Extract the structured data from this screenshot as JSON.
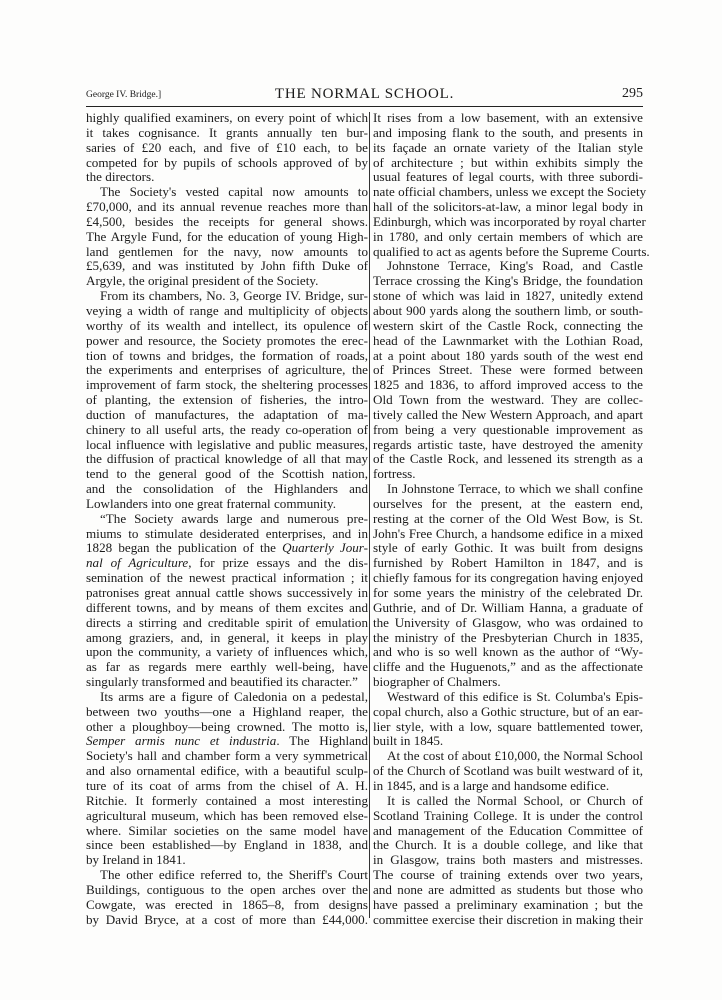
{
  "running_head": {
    "left": "George IV. Bridge.]",
    "title": "THE NORMAL SCHOOL.",
    "page_number": "295"
  },
  "left_column": {
    "lines": [
      {
        "t": "highly qualified examiners, on every point of which",
        "cls": ""
      },
      {
        "t": "it takes cognisance.  It grants annually ten bur-",
        "cls": ""
      },
      {
        "t": "saries of £20 each, and five of £10 each, to be",
        "cls": ""
      },
      {
        "t": "competed for by pupils of schools approved of by",
        "cls": ""
      },
      {
        "t": "the directors.",
        "cls": "last"
      },
      {
        "t": "The Society's vested capital now amounts to",
        "cls": "first"
      },
      {
        "t": "£70,000, and its annual revenue reaches more than",
        "cls": ""
      },
      {
        "t": "£4,500, besides the receipts for general shows.",
        "cls": ""
      },
      {
        "t": "The Argyle Fund, for the education of young High-",
        "cls": ""
      },
      {
        "t": "land gentlemen for the navy, now amounts to",
        "cls": ""
      },
      {
        "t": "£5,639, and was instituted by John fifth Duke of",
        "cls": ""
      },
      {
        "t": "Argyle, the original president of the Society.",
        "cls": "last"
      },
      {
        "t": "From its chambers, No. 3, George IV. Bridge, sur-",
        "cls": "first"
      },
      {
        "t": "veying a width of range and multiplicity of objects",
        "cls": ""
      },
      {
        "t": "worthy of its wealth and intellect, its opulence of",
        "cls": ""
      },
      {
        "t": "power and resource, the Society promotes the erec-",
        "cls": ""
      },
      {
        "t": "tion of towns and bridges, the formation of roads,",
        "cls": ""
      },
      {
        "t": "the experiments and enterprises of agriculture, the",
        "cls": ""
      },
      {
        "t": "improvement of farm stock, the sheltering processes",
        "cls": ""
      },
      {
        "t": "of planting, the extension of fisheries, the intro-",
        "cls": ""
      },
      {
        "t": "duction of manufactures, the adaptation of ma-",
        "cls": ""
      },
      {
        "t": "chinery to all useful arts, the ready co-operation of",
        "cls": ""
      },
      {
        "t": "local influence with legislative and public measures,",
        "cls": ""
      },
      {
        "t": "the diffusion of practical knowledge of all that may",
        "cls": ""
      },
      {
        "t": "tend to the general good of the Scottish nation,",
        "cls": ""
      },
      {
        "t": "and the consolidation of the Highlanders and",
        "cls": ""
      },
      {
        "t": "Lowlanders into one great fraternal community.",
        "cls": "last"
      },
      {
        "t": "“The Society awards large and numerous pre-",
        "cls": "first"
      },
      {
        "t": "miums to stimulate desiderated enterprises, and in",
        "cls": ""
      },
      {
        "t": "1828 began the publication of the Quarterly Jour-",
        "cls": "",
        "italic_from": "Quarterly Jour-"
      },
      {
        "t": "nal of Agriculture, for prize essays and the dis-",
        "cls": "",
        "italic_prefix": "nal of Agriculture"
      },
      {
        "t": "semination of the newest practical information ; it",
        "cls": ""
      },
      {
        "t": "patronises great annual cattle shows successively in",
        "cls": ""
      },
      {
        "t": "different towns, and by means of them excites and",
        "cls": ""
      },
      {
        "t": "directs a stirring and creditable spirit of emulation",
        "cls": ""
      },
      {
        "t": "among graziers, and, in general, it keeps in play",
        "cls": ""
      },
      {
        "t": "upon the community, a variety of influences which,",
        "cls": ""
      },
      {
        "t": "as far as regards mere earthly well-being, have",
        "cls": ""
      },
      {
        "t": "singularly transformed and beautified its character.”",
        "cls": "last"
      },
      {
        "t": "Its arms are a figure of Caledonia on a pedestal,",
        "cls": "first"
      },
      {
        "t": "between two youths—one a Highland reaper, the",
        "cls": ""
      },
      {
        "t": "other a ploughboy—being crowned.  The motto is,",
        "cls": ""
      },
      {
        "t": "Semper armis nunc et industria.  The Highland",
        "cls": "",
        "italic_prefix": "Semper armis nunc et industria"
      },
      {
        "t": "Society's hall and chamber form a very symmetrical",
        "cls": ""
      },
      {
        "t": "and also ornamental edifice, with a beautiful sculp-",
        "cls": ""
      },
      {
        "t": "ture of its coat of arms from the chisel of A. H.",
        "cls": ""
      },
      {
        "t": "Ritchie.  It formerly contained a most interesting",
        "cls": ""
      },
      {
        "t": "agricultural museum, which has been removed else-",
        "cls": ""
      },
      {
        "t": "where.  Similar societies on the same model have",
        "cls": ""
      },
      {
        "t": "since been established—by England in 1838, and",
        "cls": ""
      },
      {
        "t": "by Ireland in 1841.",
        "cls": "last"
      },
      {
        "t": "The other edifice referred to, the Sheriff's Court",
        "cls": "first"
      },
      {
        "t": "Buildings, contiguous to the open arches over the",
        "cls": ""
      },
      {
        "t": "Cowgate, was erected in 1865–8, from designs",
        "cls": ""
      },
      {
        "t": "by David Bryce, at a cost of more than £44,000.",
        "cls": ""
      }
    ]
  },
  "right_column": {
    "lines": [
      {
        "t": "It rises from a low basement, with an extensive",
        "cls": ""
      },
      {
        "t": "and imposing flank to the south, and presents in",
        "cls": ""
      },
      {
        "t": "its façade an ornate variety of the Italian style",
        "cls": ""
      },
      {
        "t": "of architecture ; but within exhibits simply the",
        "cls": ""
      },
      {
        "t": "usual features of legal courts, with three subordi-",
        "cls": ""
      },
      {
        "t": "nate official chambers, unless we except the Society",
        "cls": ""
      },
      {
        "t": "hall of the solicitors-at-law, a minor legal body in",
        "cls": ""
      },
      {
        "t": "Edinburgh, which was incorporated by royal charter",
        "cls": ""
      },
      {
        "t": "in 1780, and only certain members of which are",
        "cls": ""
      },
      {
        "t": "qualified to act as agents before the Supreme Courts.",
        "cls": "last"
      },
      {
        "t": "Johnstone Terrace, King's Road, and Castle",
        "cls": "first"
      },
      {
        "t": "Terrace crossing the King's Bridge, the foundation",
        "cls": ""
      },
      {
        "t": "stone of which was laid in 1827, unitedly extend",
        "cls": ""
      },
      {
        "t": "about 900 yards along the southern limb, or south-",
        "cls": ""
      },
      {
        "t": "western skirt of the Castle Rock, connecting the",
        "cls": ""
      },
      {
        "t": "head of the Lawnmarket with the Lothian Road,",
        "cls": ""
      },
      {
        "t": "at a point about 180 yards south of the west end",
        "cls": ""
      },
      {
        "t": "of Princes Street.  These were formed between",
        "cls": ""
      },
      {
        "t": "1825 and 1836, to afford improved access to the",
        "cls": ""
      },
      {
        "t": "Old Town from the westward.  They are collec-",
        "cls": ""
      },
      {
        "t": "tively called the New Western Approach, and apart",
        "cls": ""
      },
      {
        "t": "from being a very questionable improvement as",
        "cls": ""
      },
      {
        "t": "regards artistic taste, have destroyed the amenity",
        "cls": ""
      },
      {
        "t": "of the Castle Rock, and lessened its strength as a",
        "cls": ""
      },
      {
        "t": "fortress.",
        "cls": "last"
      },
      {
        "t": "In Johnstone Terrace, to which we shall confine",
        "cls": "first"
      },
      {
        "t": "ourselves for the present, at the eastern end,",
        "cls": ""
      },
      {
        "t": "resting at the corner of the Old West Bow, is St.",
        "cls": ""
      },
      {
        "t": "John's Free Church, a handsome edifice in a mixed",
        "cls": ""
      },
      {
        "t": "style of early Gothic.  It was built from designs",
        "cls": ""
      },
      {
        "t": "furnished by Robert Hamilton in 1847, and is",
        "cls": ""
      },
      {
        "t": "chiefly famous for its congregation having enjoyed",
        "cls": ""
      },
      {
        "t": "for some years the ministry of the celebrated Dr.",
        "cls": ""
      },
      {
        "t": "Guthrie, and of Dr. William Hanna, a graduate of",
        "cls": ""
      },
      {
        "t": "the University of Glasgow, who was ordained to",
        "cls": ""
      },
      {
        "t": "the ministry of the Presbyterian Church in 1835,",
        "cls": ""
      },
      {
        "t": "and who is so well known as the author of “Wy-",
        "cls": ""
      },
      {
        "t": "cliffe and the Huguenots,” and as the affectionate",
        "cls": ""
      },
      {
        "t": "biographer of Chalmers.",
        "cls": "last"
      },
      {
        "t": "Westward of this edifice is St. Columba's Epis-",
        "cls": "first"
      },
      {
        "t": "copal church, also a Gothic structure, but of an ear-",
        "cls": ""
      },
      {
        "t": "lier style, with a low, square battlemented tower,",
        "cls": ""
      },
      {
        "t": "built in 1845.",
        "cls": "last"
      },
      {
        "t": "At the cost of about £10,000, the Normal School",
        "cls": "first"
      },
      {
        "t": "of the Church of Scotland was built westward of it,",
        "cls": ""
      },
      {
        "t": "in 1845, and is a large and handsome edifice.",
        "cls": "last"
      },
      {
        "t": "It is called the Normal School, or Church of",
        "cls": "first"
      },
      {
        "t": "Scotland Training College.  It is under the control",
        "cls": ""
      },
      {
        "t": "and management of the Education Committee of",
        "cls": ""
      },
      {
        "t": "the Church.  It is a double college, and like that",
        "cls": ""
      },
      {
        "t": "in Glasgow, trains both masters and mistresses.",
        "cls": ""
      },
      {
        "t": "The course of training extends over two years,",
        "cls": ""
      },
      {
        "t": "and none are admitted as students but those who",
        "cls": ""
      },
      {
        "t": "have passed a preliminary examination ; but the",
        "cls": ""
      },
      {
        "t": "committee exercise their discretion in making their",
        "cls": ""
      }
    ]
  }
}
